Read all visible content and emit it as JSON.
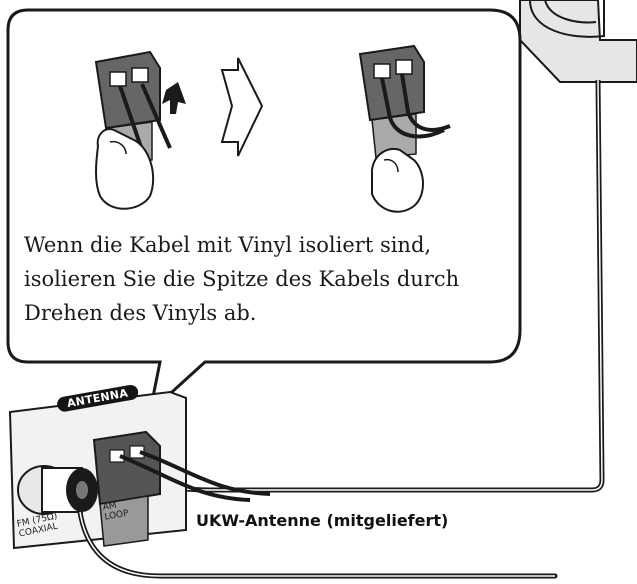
{
  "caption": {
    "line1": "Wenn die Kabel mit Vinyl isoliert sind,",
    "line2": "isolieren Sie die Spitze des Kabels durch",
    "line3": "Drehen des Vinyls ab."
  },
  "fm_antenna_label": "UKW-Antenne (mitgeliefert)",
  "panel": {
    "antenna_tag": "ANTENNA",
    "fm_terminal_line1": "FM (75Ω)",
    "fm_terminal_line2": "COAXIAL",
    "am_terminal_line1": "AM",
    "am_terminal_line2": "LOOP"
  },
  "colors": {
    "line": "#1a1a1a",
    "panel": "#f2f2f2",
    "terminal": "#6a6a6a"
  }
}
